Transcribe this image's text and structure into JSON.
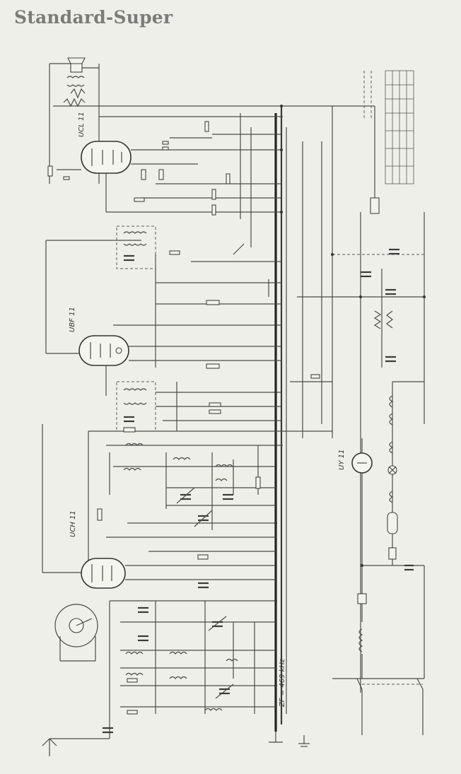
{
  "title": "Standard-Super",
  "tubes": {
    "ucl11": "UCL 11",
    "ubf11": "UBF 11",
    "uch11": "UCH 11",
    "uy11": "UY 11"
  },
  "labels": {
    "zf": "ZF = 469 kHz"
  }
}
